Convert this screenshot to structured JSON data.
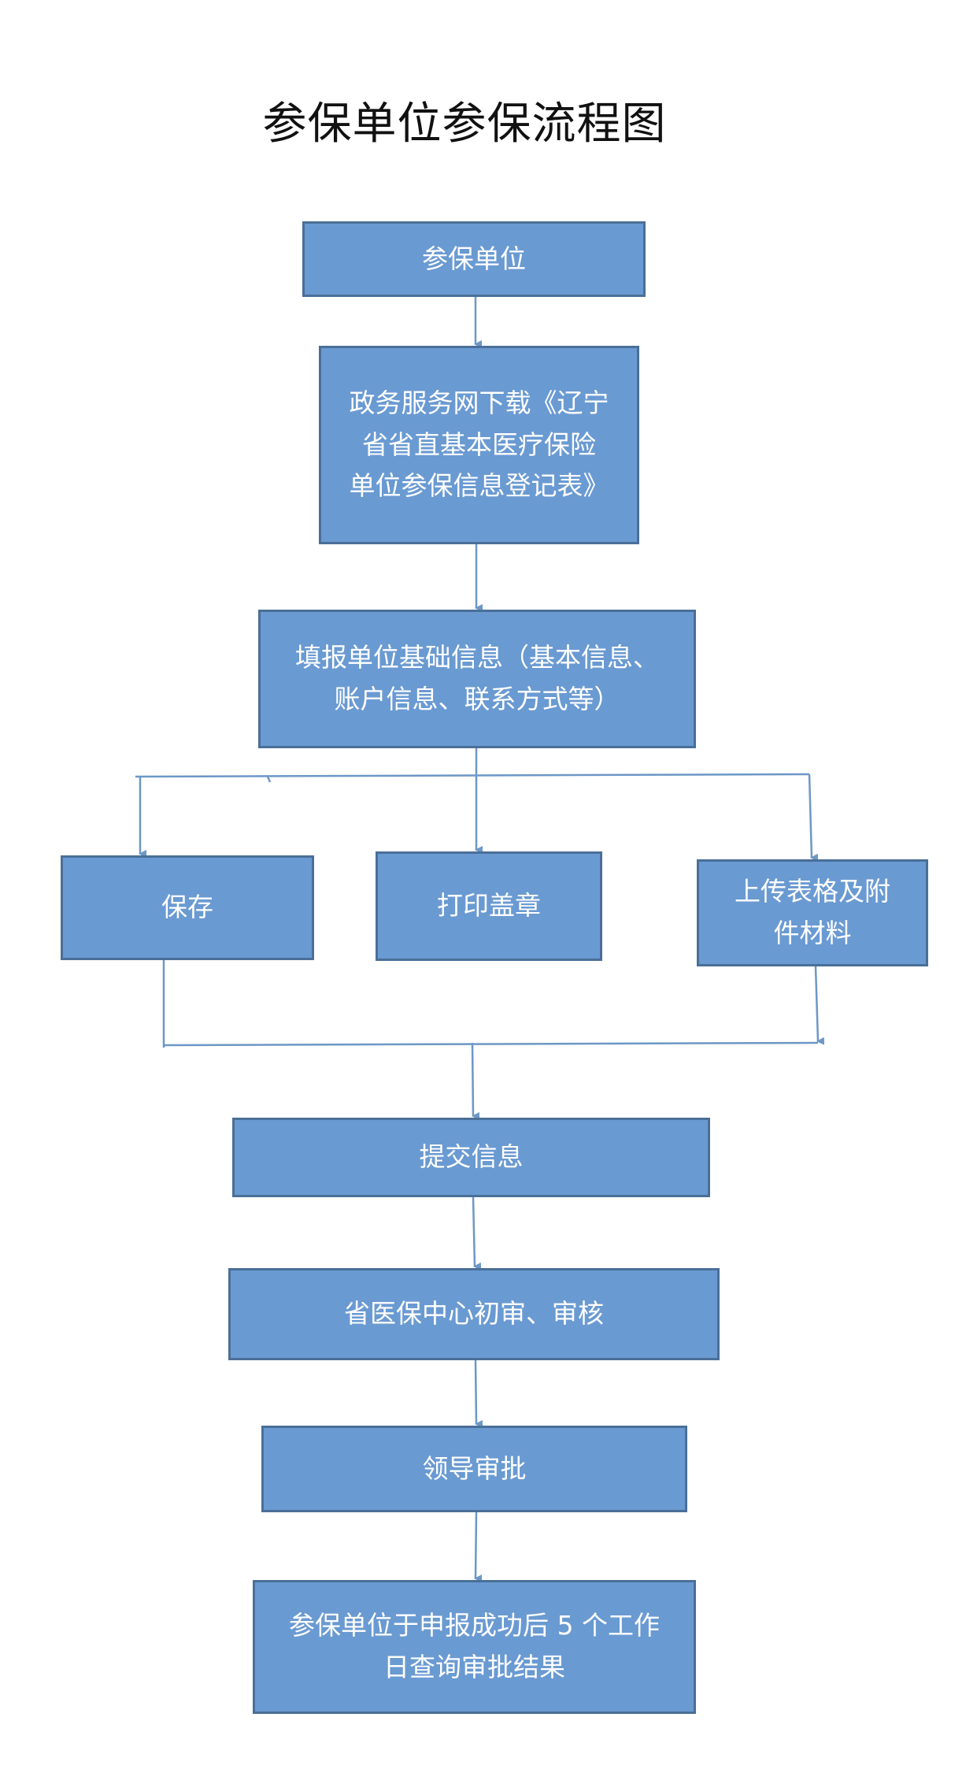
{
  "title": "参保单位参保流程图",
  "colors": {
    "node_fill": "#6a9ad2",
    "node_border": "#4a6f98",
    "connector": "#6d97c6",
    "node_text": "#ffffff"
  },
  "nodes": {
    "start": {
      "label": "参保单位"
    },
    "download": {
      "lines": [
        "政务服务网下载《辽宁",
        "省省直基本医疗保险",
        "单位参保信息登记表》"
      ]
    },
    "fill": {
      "lines": [
        "填报单位基础信息（基本信息、",
        "账户信息、联系方式等）"
      ]
    },
    "save": {
      "label": "保存"
    },
    "print": {
      "label": "打印盖章"
    },
    "upload": {
      "lines": [
        "上传表格及附",
        "件材料"
      ]
    },
    "submit": {
      "label": "提交信息"
    },
    "review": {
      "label": "省医保中心初审、审核"
    },
    "approve": {
      "label": "领导审批"
    },
    "result": {
      "lines": [
        "参保单位于申报成功后 5 个工作",
        "日查询审批结果"
      ]
    }
  }
}
